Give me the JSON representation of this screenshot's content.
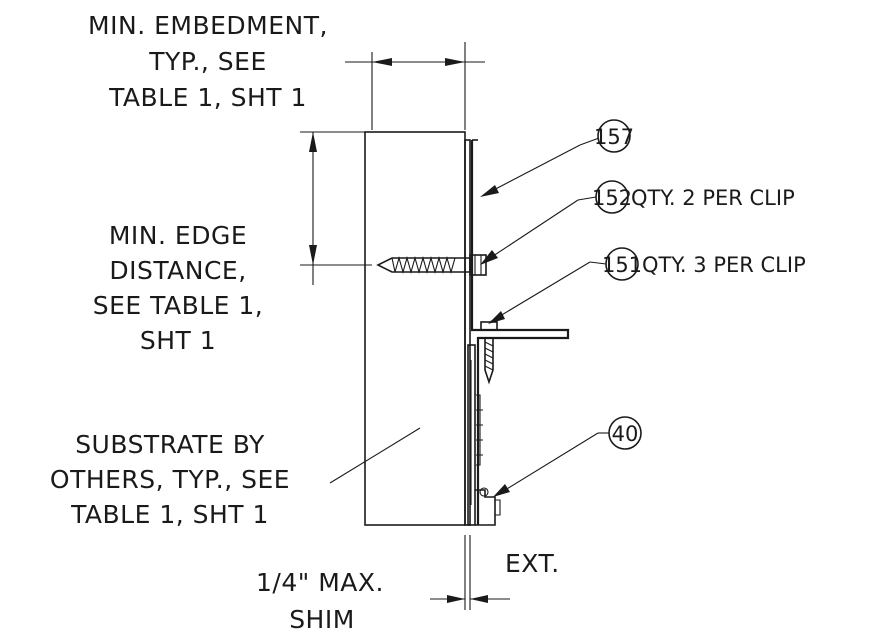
{
  "labels": {
    "embedment": [
      "MIN. EMBEDMENT,",
      "TYP., SEE",
      "TABLE 1, SHT 1"
    ],
    "edge_distance": [
      "MIN. EDGE",
      "DISTANCE,",
      "SEE TABLE 1,",
      "SHT 1"
    ],
    "substrate": [
      "SUBSTRATE BY",
      "OTHERS, TYP., SEE",
      "TABLE 1, SHT 1"
    ],
    "shim": [
      "1/4\" MAX.",
      "SHIM"
    ],
    "exterior": "EXT."
  },
  "callouts": [
    {
      "id": "157",
      "note": ""
    },
    {
      "id": "152",
      "note": "QTY. 2 PER CLIP"
    },
    {
      "id": "151",
      "note": "QTY. 3 PER CLIP"
    },
    {
      "id": "40",
      "note": ""
    }
  ]
}
